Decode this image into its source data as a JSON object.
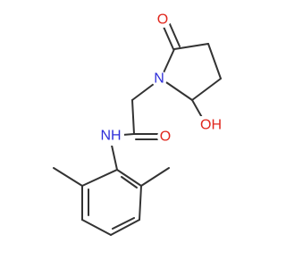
{
  "atoms": {
    "ring_nitrogen": "N",
    "ketone_oxygen": "O",
    "hydroxyl": "OH",
    "amide_nh": "NH",
    "amide_oxygen": "O"
  },
  "colors": {
    "bond": "#333333",
    "nitrogen": "#2d2dd9",
    "oxygen": "#e0261c",
    "background": "#ffffff"
  }
}
